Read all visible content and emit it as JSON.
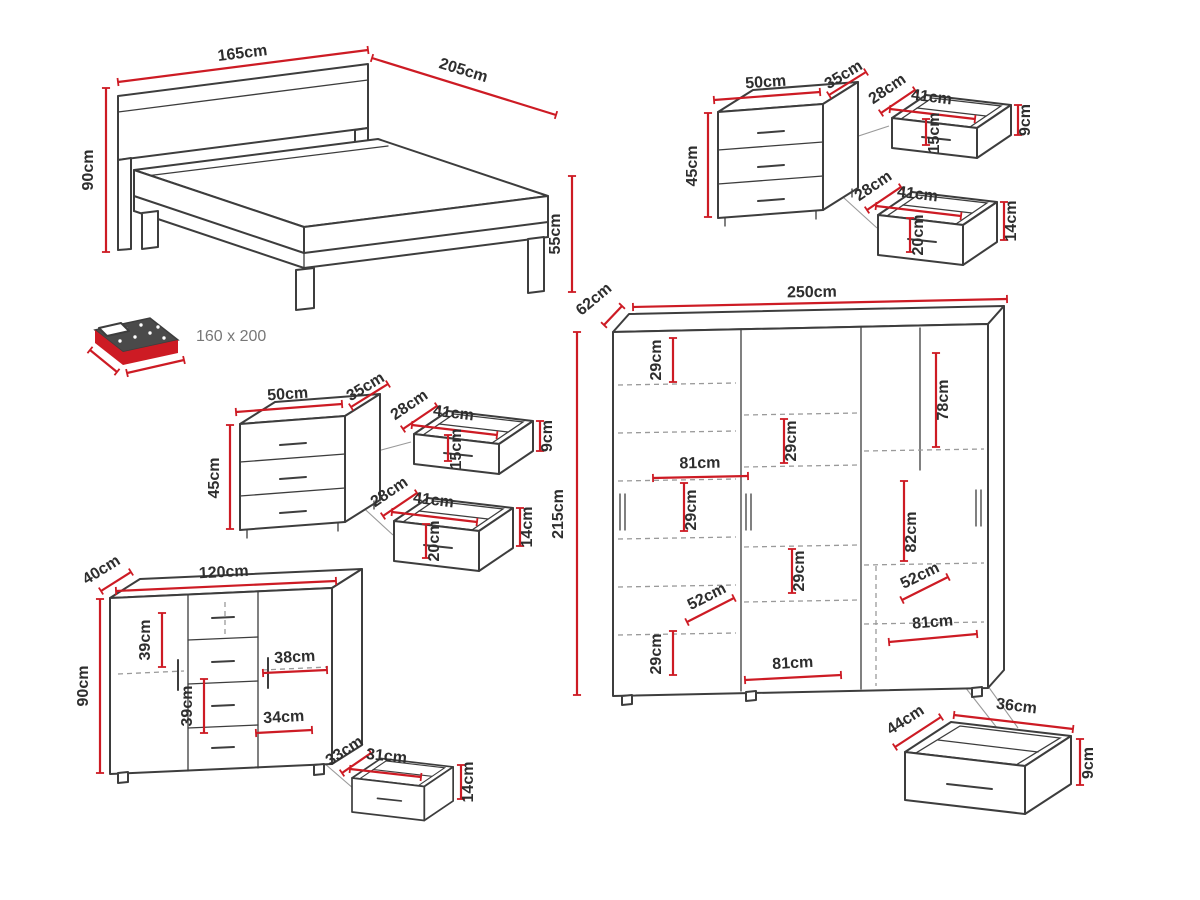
{
  "palette": {
    "accent": "#cd1b24",
    "outline": "#3d3d3d",
    "text": "#2e2e2e",
    "muted": "#777777",
    "dash": "#9a9a9a",
    "leader": "#9a9a9a",
    "blanket": "#4a4a4a",
    "bg": "#ffffff"
  },
  "bed": {
    "width": "165cm",
    "length": "205cm",
    "headboard_height": "90cm",
    "foot_height": "55cm",
    "mattress_size": "160 x 200"
  },
  "nightstand_right": {
    "width": "50cm",
    "depth": "35cm",
    "height": "45cm",
    "drawer_small": {
      "width": "41cm",
      "depth": "28cm",
      "front_height": "9cm",
      "box_height": "15cm"
    },
    "drawer_large": {
      "width": "41cm",
      "depth": "28cm",
      "front_height": "14cm",
      "box_height": "20cm"
    }
  },
  "nightstand_left": {
    "width": "50cm",
    "depth": "35cm",
    "height": "45cm",
    "drawer_small": {
      "width": "41cm",
      "depth": "28cm",
      "front_height": "9cm",
      "box_height": "15cm"
    },
    "drawer_large": {
      "width": "41cm",
      "depth": "28cm",
      "front_height": "14cm",
      "box_height": "20cm"
    }
  },
  "dresser": {
    "width": "120cm",
    "depth": "40cm",
    "height": "90cm",
    "inner": {
      "left_section_height": "39cm",
      "shelf_width": "38cm",
      "center_section_height": "39cm",
      "drawer_opening_width": "34cm"
    },
    "drawer": {
      "width": "31cm",
      "depth": "33cm",
      "front_height": "14cm"
    }
  },
  "wardrobe": {
    "width": "250cm",
    "depth": "62cm",
    "height": "215cm",
    "inner": [
      "29cm",
      "78cm",
      "29cm",
      "81cm",
      "29cm",
      "82cm",
      "29cm",
      "52cm",
      "52cm",
      "29cm",
      "81cm",
      "81cm"
    ]
  },
  "big_drawer": {
    "width": "36cm",
    "depth": "44cm",
    "front_height": "9cm"
  }
}
